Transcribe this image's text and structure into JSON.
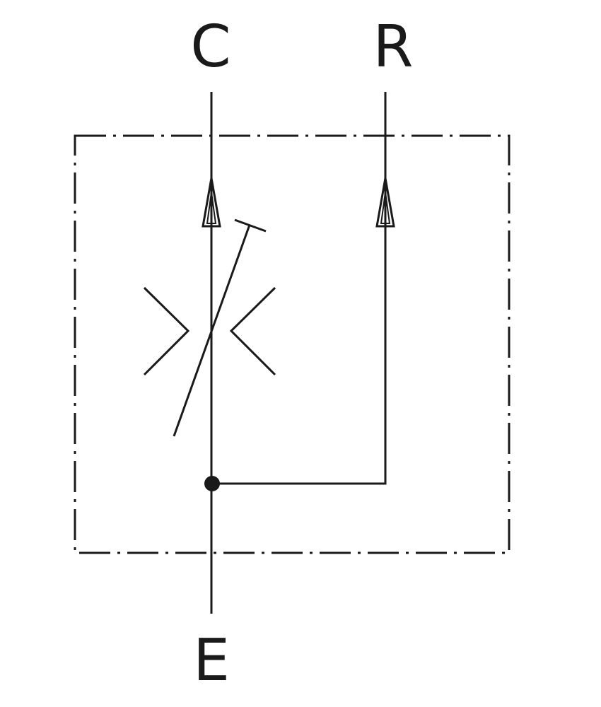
{
  "ports": {
    "top_left": "C",
    "top_right": "R",
    "bottom": "E"
  },
  "colors": {
    "line": "#1a1a1a",
    "background": "#ffffff"
  },
  "symbols": {
    "enclosure": "dash-dot-boundary",
    "throttle": "adjustable-restrictor",
    "junction": "connection-dot",
    "arrow": "flow-arrow-up"
  }
}
